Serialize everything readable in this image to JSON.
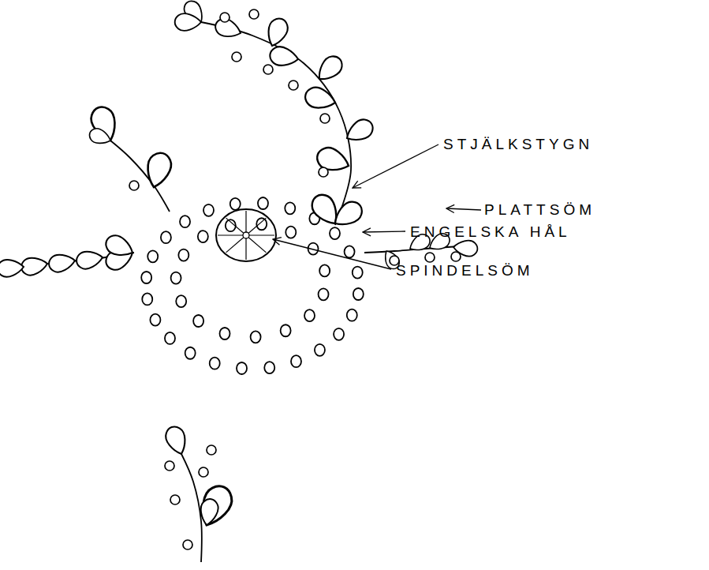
{
  "diagram": {
    "labels": [
      "STJÄLKSTYGN",
      "PLATTSÖM",
      "ENGELSKA HÅL",
      "SPINDELSÖM"
    ]
  }
}
